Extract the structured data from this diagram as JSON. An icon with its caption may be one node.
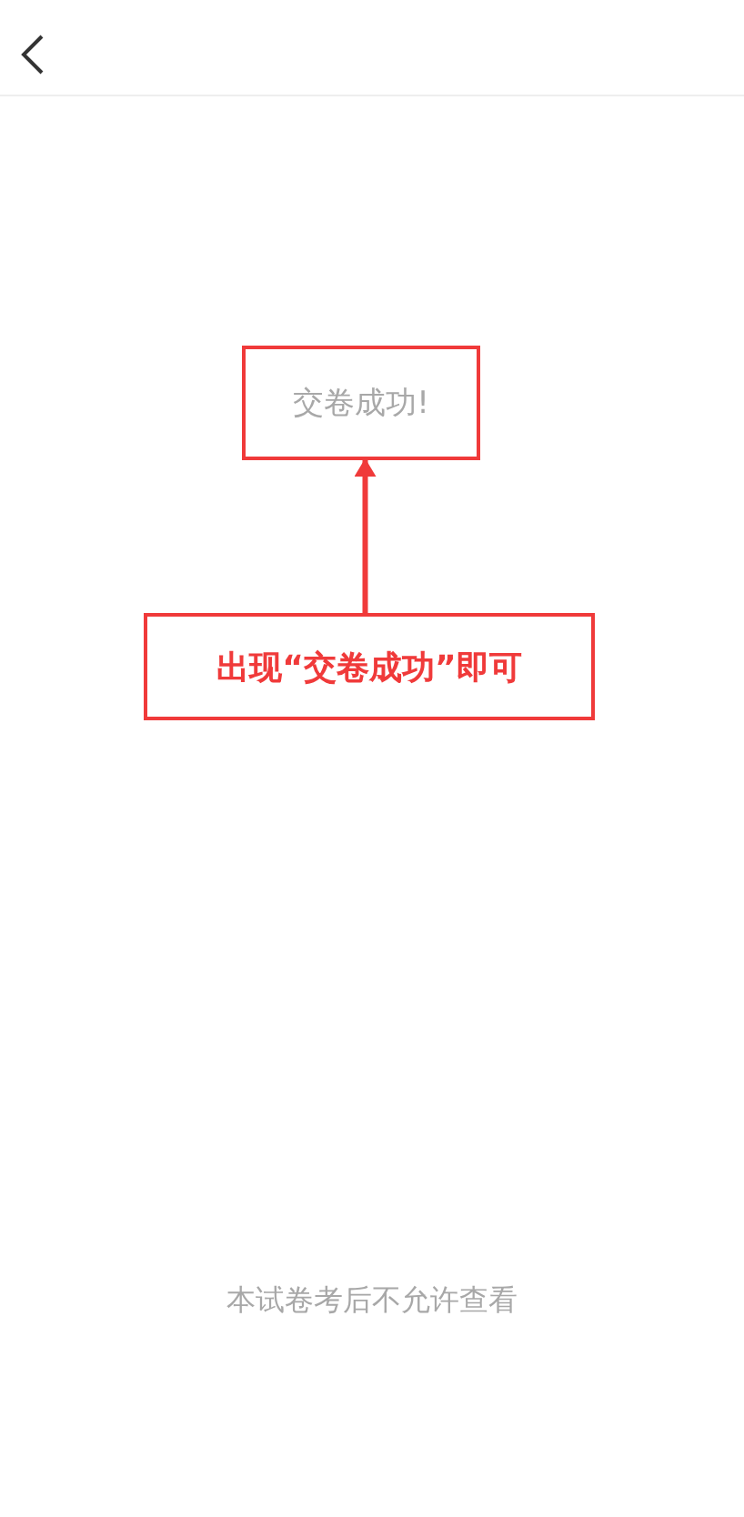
{
  "diagram": {
    "nodes": [
      {
        "text": [
          "交卷成功!"
        ]
      },
      {
        "text": [
          "出现“交卷成功”即可"
        ]
      }
    ],
    "edges": [
      {
        "from": 1,
        "to": 0,
        "arrow": "to"
      }
    ],
    "labels": [
      "本试卷考后不允许查看"
    ]
  }
}
